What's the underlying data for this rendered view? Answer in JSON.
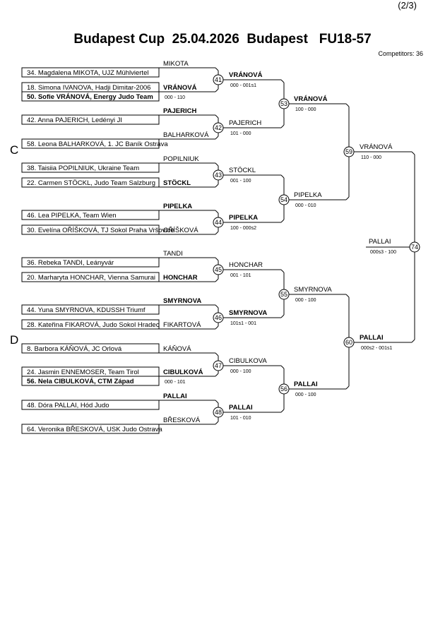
{
  "page_number": "(2/3)",
  "title": "Budapest Cup  25.04.2026  Budapest   FU18-57",
  "competitors": "Competitors: 36",
  "pools": [
    "C",
    "D"
  ],
  "athletes": [
    {
      "text": "34. Magdalena MIKOTA, UJZ Mühlviertel",
      "bold": false
    },
    {
      "text": "18. Simona IVANOVA, Hadji Dimitar-2006",
      "bold": false
    },
    {
      "text": "50. Sofie VRÁNOVÁ, Energy Judo Team",
      "bold": true
    },
    {
      "text": "42. Anna PAJERICH, Ledényi JI",
      "bold": false
    },
    {
      "text": "58. Leona BALHARKOVÁ, 1. JC Baník Ostrava",
      "bold": false
    },
    {
      "text": "38. Taisiia POPILNIUK, Ukraine Team",
      "bold": false
    },
    {
      "text": "22. Carmen STÖCKL, Judo Team Salzburg",
      "bold": false
    },
    {
      "text": "46. Lea PIPELKA, Team Wien",
      "bold": false
    },
    {
      "text": "30. Evelína OŘÍŠKOVÁ, TJ Sokol Praha Vršovice",
      "bold": false
    },
    {
      "text": "36. Rebeka TANDI, Leányvár",
      "bold": false
    },
    {
      "text": "20. Marharyta HONCHAR, Vienna Samurai",
      "bold": false
    },
    {
      "text": "44. Yuna SMYRNOVA, KDUSSH Triumf",
      "bold": false
    },
    {
      "text": "28. Kateřina FIKAROVÁ, Judo Sokol Hradec",
      "bold": false
    },
    {
      "text": "8. Barbora KÁŇOVÁ, JC Orlová",
      "bold": false
    },
    {
      "text": "24. Jasmin ENNEMOSER, Team Tirol",
      "bold": false
    },
    {
      "text": "56. Nela CIBULKOVÁ, CTM Západ",
      "bold": true
    },
    {
      "text": "48. Dóra PALLAI, Hód Judo",
      "bold": false
    },
    {
      "text": "64. Veronika BŘESKOVÁ, USK Judo Ostrava",
      "bold": false
    }
  ],
  "round1_entries": [
    {
      "name": "MIKOTA",
      "bold": false
    },
    {
      "name": "VRÁNOVÁ",
      "bold": true,
      "score": "000 - 110"
    },
    {
      "name": "PAJERICH",
      "bold": true
    },
    {
      "name": "BALHARKOVÁ",
      "bold": false
    },
    {
      "name": "POPILNIUK",
      "bold": false
    },
    {
      "name": "STÖCKL",
      "bold": true
    },
    {
      "name": "PIPELKA",
      "bold": true
    },
    {
      "name": "OŘÍŠKOVÁ",
      "bold": false
    },
    {
      "name": "TANDI",
      "bold": false
    },
    {
      "name": "HONCHAR",
      "bold": true
    },
    {
      "name": "SMYRNOVA",
      "bold": true
    },
    {
      "name": "FIKARTOVÁ",
      "bold": false
    },
    {
      "name": "KÁŇOVÁ",
      "bold": false
    },
    {
      "name": "CIBULKOVÁ",
      "bold": true,
      "score": "000 - 101"
    },
    {
      "name": "PALLAI",
      "bold": true
    },
    {
      "name": "BŘESKOVÁ",
      "bold": false
    }
  ],
  "matches": [
    {
      "number": "41",
      "winner": "VRÁNOVÁ",
      "bold": true,
      "score": "000 - 001s1"
    },
    {
      "number": "42",
      "winner": "PAJERICH",
      "bold": false,
      "score": "101 - 000"
    },
    {
      "number": "43",
      "winner": "STÖCKL",
      "bold": false,
      "score": "001 - 100"
    },
    {
      "number": "44",
      "winner": "PIPELKA",
      "bold": true,
      "score": "100 - 000s2"
    },
    {
      "number": "45",
      "winner": "HONCHAR",
      "bold": false,
      "score": "001 - 101"
    },
    {
      "number": "46",
      "winner": "SMYRNOVA",
      "bold": true,
      "score": "101s1 - 001"
    },
    {
      "number": "47",
      "winner": "CIBULKOVA",
      "bold": false,
      "score": "000 - 100"
    },
    {
      "number": "48",
      "winner": "PALLAI",
      "bold": true,
      "score": "101 - 010"
    },
    {
      "number": "53",
      "winner": "VRÁNOVÁ",
      "bold": true,
      "score": "100 - 000"
    },
    {
      "number": "54",
      "winner": "PIPELKA",
      "bold": false,
      "score": "000 - 010"
    },
    {
      "number": "55",
      "winner": "SMYRNOVA",
      "bold": false,
      "score": "000 - 100"
    },
    {
      "number": "56",
      "winner": "PALLAI",
      "bold": true,
      "score": "000 - 100"
    },
    {
      "number": "59",
      "winner": "VRÁNOVÁ",
      "bold": false,
      "score": "110 - 000"
    },
    {
      "number": "60",
      "winner": "PALLAI",
      "bold": true,
      "score": "000s2 - 001s1"
    },
    {
      "number": "74",
      "winner": "PALLAI",
      "bold": false,
      "score": "000s3 - 100"
    }
  ]
}
